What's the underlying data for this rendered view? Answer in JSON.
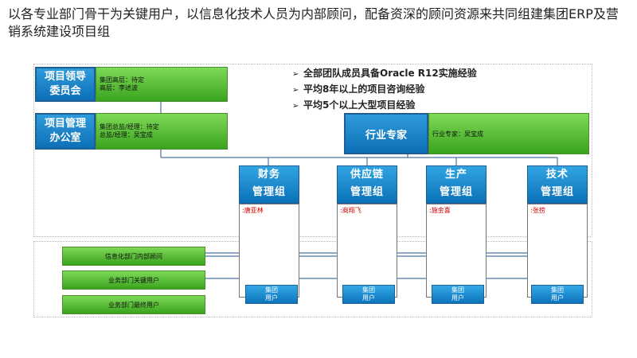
{
  "title": "以各专业部门骨干为关键用户，以信息化技术人员为内部顾问，配备资深的顾问资源来共同组建集团ERP及营销系统建设项目组",
  "leadership": {
    "label": "项目领导委员会",
    "line1": "集团高层：待定",
    "line2": "高层：李述波"
  },
  "pmo": {
    "label": "项目管理办公室",
    "line1": "集团总监/经理：待定",
    "line2": "总监/经理：吴宝成"
  },
  "bullets": [
    "全部团队成员具备Oracle R12实施经验",
    "平均8年以上的项目咨询经验",
    "平均5个以上大型项目经验"
  ],
  "expert": {
    "label": "行业专家",
    "detail": "行业专家：吴宝成"
  },
  "groups": [
    {
      "line1": "财务",
      "line2": "管理组",
      "member": ":唐亚林"
    },
    {
      "line1": "供应链",
      "line2": "管理组",
      "member": ":商翔飞"
    },
    {
      "line1": "生产",
      "line2": "管理组",
      "member": ":施金喜"
    },
    {
      "line1": "技术",
      "line2": "管理组",
      "member": ":张捞"
    }
  ],
  "roles": {
    "internal_consultant": "信息化部门内部顾问",
    "key_users": "业务部门关键用户",
    "end_users": "业务部门最终用户"
  },
  "user_box": {
    "line1": "集团",
    "line2": "用户"
  },
  "colors": {
    "blue": "#0d6fb6",
    "green": "#3aa41e",
    "member_red": "#d40000",
    "line_blue": "#4a73a8"
  }
}
